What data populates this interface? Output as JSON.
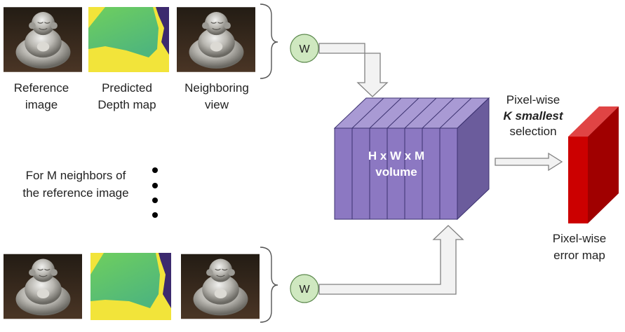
{
  "labels": {
    "reference_image": [
      "Reference",
      "image"
    ],
    "predicted_depth": [
      "Predicted",
      "Depth map"
    ],
    "neighboring_view": [
      "Neighboring",
      "view"
    ],
    "m_neighbors": [
      "For M neighbors of",
      "the reference image"
    ],
    "volume": [
      "H x W x M",
      "volume"
    ],
    "selection": [
      "Pixel-wise",
      "K smallest",
      "selection"
    ],
    "error_map": [
      "Pixel-wise",
      "error map"
    ],
    "warp_top": "W",
    "warp_bottom": "W"
  },
  "colors": {
    "volume_front": "#8c78c2",
    "volume_top": "#a99ad4",
    "volume_side": "#6b5c9c",
    "error_front": "#cc0000",
    "error_top": "#e04444",
    "error_side": "#a00000",
    "warp_fill": "#cfe8c0",
    "warp_stroke": "#5e8a4f",
    "depth_yellow": "#f2e43a",
    "depth_green": "#66c96a",
    "depth_purple": "#3c2a6e"
  }
}
